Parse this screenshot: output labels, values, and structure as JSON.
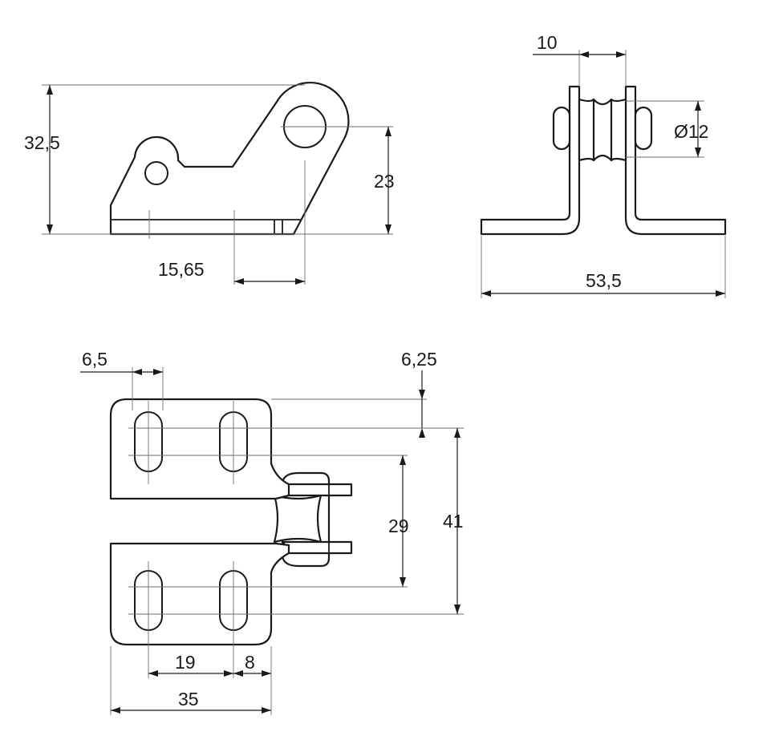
{
  "dimensions": {
    "side_height": "32,5",
    "hole_height": "23",
    "hole_offset": "15,65",
    "pin_gap": "10",
    "pin_diameter": "Ø12",
    "total_width": "53,5",
    "slot_width": "6,5",
    "top_offset": "6,25",
    "slot_spacing_vertical": "29",
    "overall_height": "41",
    "slot_spacing_horizontal": "19",
    "edge_offset": "8",
    "plate_width": "35"
  },
  "colors": {
    "line": "#1a1a1a",
    "thin_line": "#6e6e6e",
    "background": "#ffffff"
  }
}
